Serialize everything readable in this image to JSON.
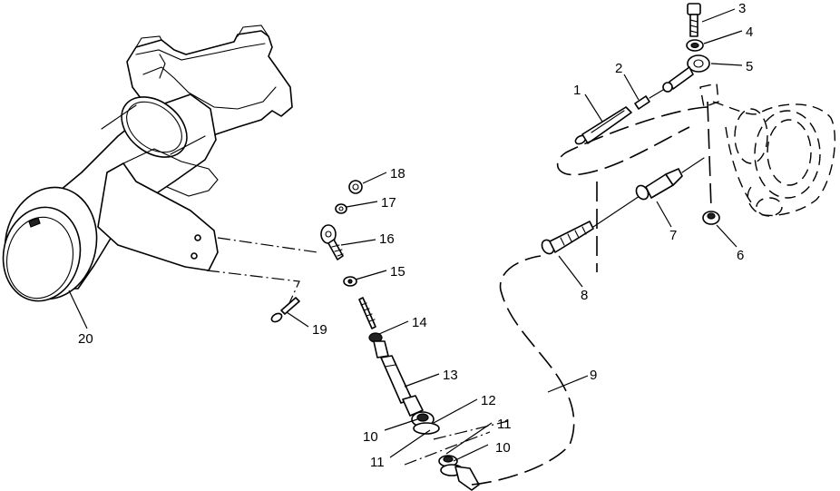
{
  "diagram": {
    "callouts": [
      {
        "id": "c1",
        "label": "1"
      },
      {
        "id": "c2",
        "label": "2"
      },
      {
        "id": "c3",
        "label": "3"
      },
      {
        "id": "c4",
        "label": "4"
      },
      {
        "id": "c5",
        "label": "5"
      },
      {
        "id": "c6",
        "label": "6"
      },
      {
        "id": "c7",
        "label": "7"
      },
      {
        "id": "c8",
        "label": "8"
      },
      {
        "id": "c9",
        "label": "9"
      },
      {
        "id": "c10a",
        "label": "10"
      },
      {
        "id": "c10b",
        "label": "10"
      },
      {
        "id": "c11a",
        "label": "11"
      },
      {
        "id": "c11b",
        "label": "11"
      },
      {
        "id": "c12",
        "label": "12"
      },
      {
        "id": "c13",
        "label": "13"
      },
      {
        "id": "c14",
        "label": "14"
      },
      {
        "id": "c15",
        "label": "15"
      },
      {
        "id": "c16",
        "label": "16"
      },
      {
        "id": "c17",
        "label": "17"
      },
      {
        "id": "c18",
        "label": "18"
      },
      {
        "id": "c19",
        "label": "19"
      },
      {
        "id": "c20",
        "label": "20"
      }
    ]
  }
}
